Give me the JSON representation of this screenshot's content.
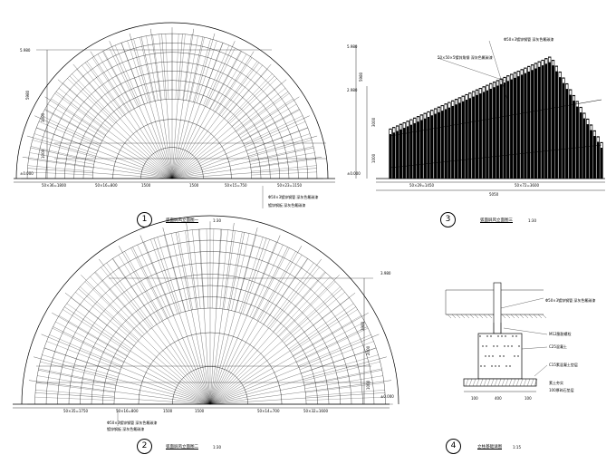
{
  "sheet_title": "",
  "drawings": [
    {
      "id": "1",
      "number": "1",
      "title": "弧面屏风立面图一",
      "scale": "1:30",
      "top_elev": "5.980",
      "ground_elev": "±0.000",
      "dims_bottom": [
        "50×36=1800",
        "50×16=800",
        "1500",
        "1500",
        "50×15=750",
        "50×23=1150"
      ],
      "vdims_left": [
        "5980",
        "3000",
        "1000",
        "1000"
      ],
      "notes": [
        "Φ50×3镀锌钢管 深灰色氟碳漆",
        "镀锌钢板 深灰色氟碳漆"
      ]
    },
    {
      "id": "2",
      "number": "2",
      "title": "弧面屏风立面图二",
      "scale": "1:30",
      "top_elev": "3.980",
      "ground_elev": "±0.000",
      "dims_bottom": [
        "50×35=1750",
        "50×16=800",
        "1500",
        "1500",
        "50×14=700",
        "50×32=1600"
      ],
      "vdims_right": [
        "3980",
        "2000",
        "1000"
      ],
      "notes": [
        "Φ50×3镀锌钢管 深灰色氟碳漆",
        "镀锌钢板 深灰色氟碳漆"
      ]
    },
    {
      "id": "3",
      "number": "3",
      "title": "弧面屏风立面图三",
      "scale": "1:30",
      "top_elev": "5.980",
      "mid_elev": "2.980",
      "ground_elev": "±0.000",
      "dims_bottom": [
        "50×29=1450",
        "50×72=3600"
      ],
      "total_dim": "5050",
      "vdims_left": [
        "5980",
        "3000",
        "1000"
      ],
      "notes": [
        "Φ50×3镀锌钢管 深灰色氟碳漆",
        "50×50×5镀锌角钢 深灰色氟碳漆"
      ]
    },
    {
      "id": "4",
      "number": "4",
      "title": "立柱基础详图",
      "scale": "1:15",
      "notes": [
        "Φ50×3镀锌钢管 深灰色氟碳漆",
        "M12膨胀螺栓",
        "C25混凝土",
        "C15素混凝土垫层",
        "素土夯实",
        "100厚碎石垫层"
      ],
      "dims_bottom": [
        "100",
        "400",
        "100"
      ]
    }
  ]
}
